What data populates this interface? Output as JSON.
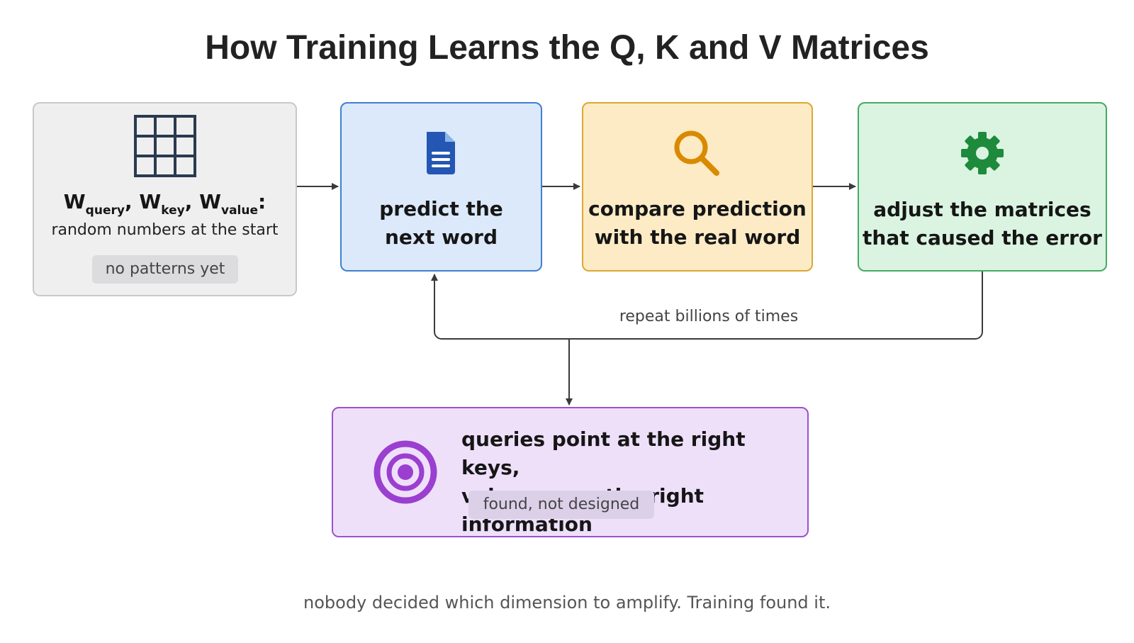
{
  "title": "How Training Learns the Q, K and V Matrices",
  "init": {
    "w_query_symbol": "W",
    "w_query_sub": "query",
    "w_key_symbol": "W",
    "w_key_sub": "key",
    "w_value_symbol": "W",
    "w_value_sub": "value",
    "separator": ",",
    "colon": ":",
    "subtitle": "random numbers at the start",
    "badge": "no patterns yet",
    "icon": "grid-icon"
  },
  "steps": [
    {
      "line1": "predict the",
      "line2": "next word",
      "icon": "document-icon",
      "color": "#2456b3"
    },
    {
      "line1": "compare prediction",
      "line2": "with the real word",
      "icon": "search-icon",
      "color": "#d98a00"
    },
    {
      "line1": "adjust the matrices",
      "line2": "that caused the error",
      "icon": "gear-icon",
      "color": "#1e8a3c"
    }
  ],
  "loop_label": "repeat billions of times",
  "result": {
    "line1": "queries point at the right keys,",
    "line2": "values carry the right information",
    "badge": "found, not designed",
    "icon": "target-icon",
    "color": "#9a3fd0"
  },
  "caption": "nobody decided which dimension to amplify. Training found it.",
  "colors": {
    "arrow": "#3a3a3a"
  }
}
